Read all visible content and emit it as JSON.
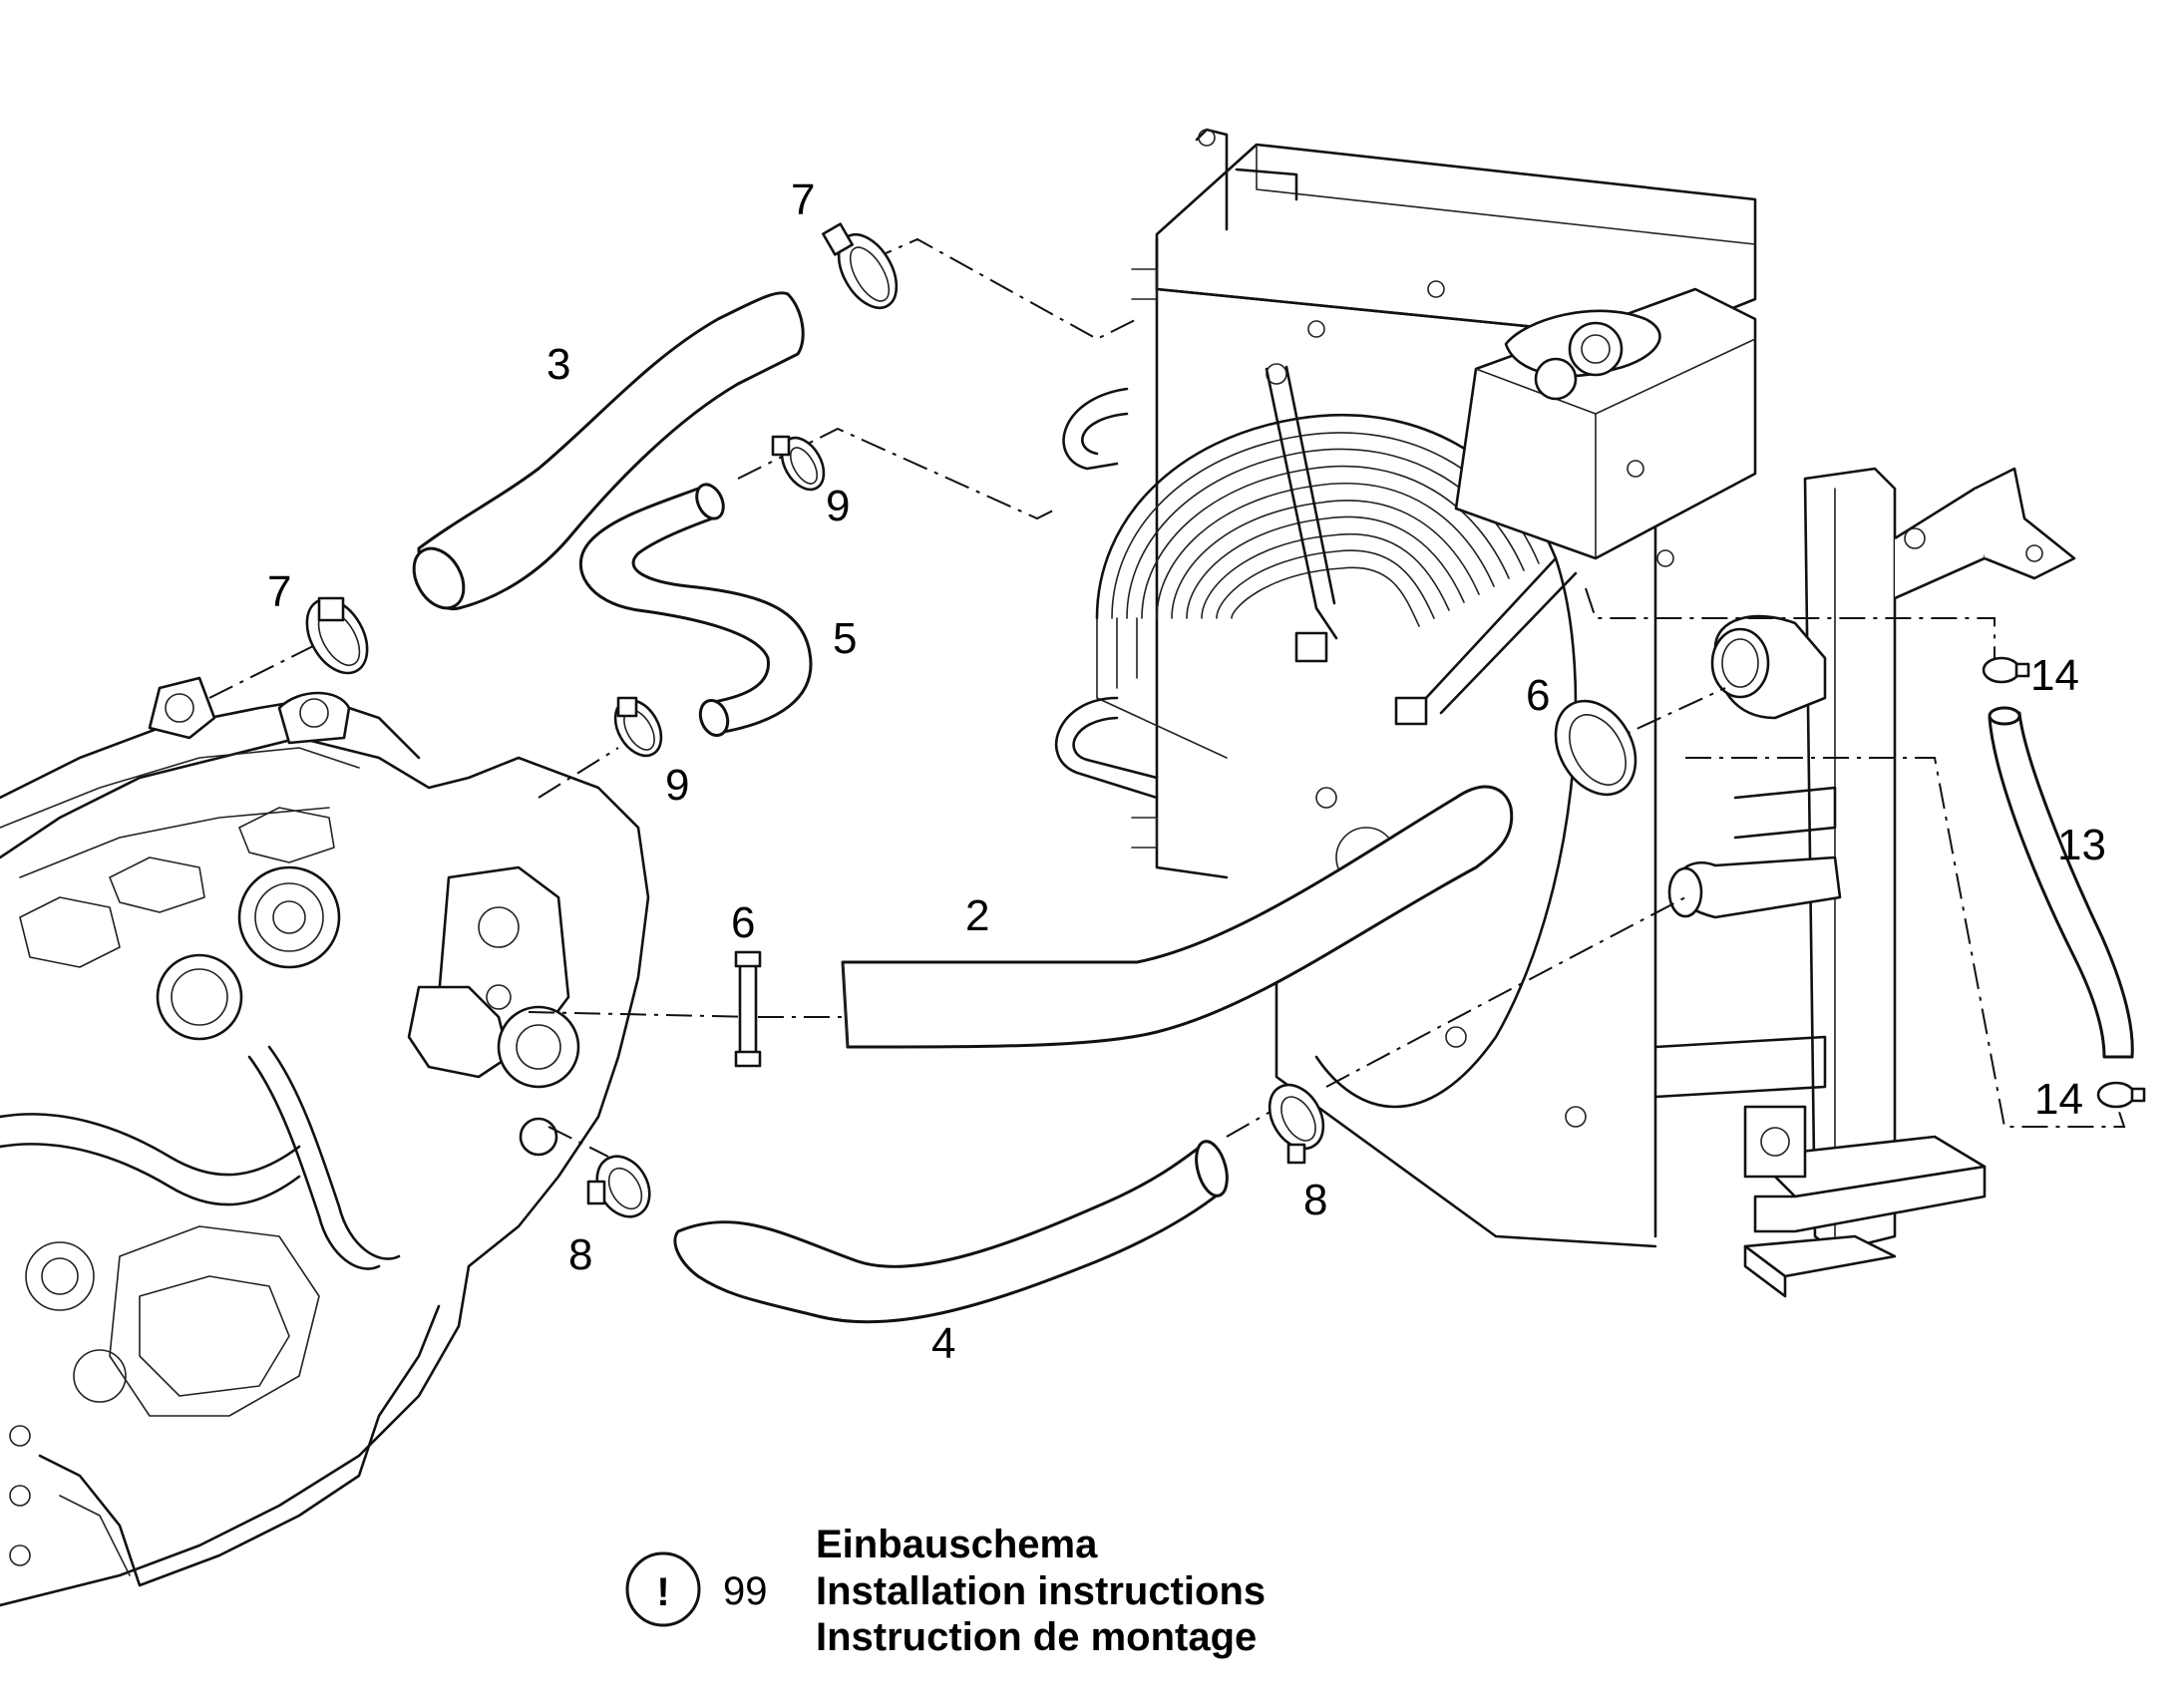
{
  "callouts": {
    "c2": "2",
    "c3": "3",
    "c4": "4",
    "c5": "5",
    "c6a": "6",
    "c6b": "6",
    "c7a": "7",
    "c7b": "7",
    "c8a": "8",
    "c8b": "8",
    "c9a": "9",
    "c9b": "9",
    "c13": "13",
    "c14a": "14",
    "c14b": "14"
  },
  "note": {
    "icon": "exclamation-circle-icon",
    "symbol": "!",
    "number": "99",
    "line_de": "Einbauschema",
    "line_en": "Installation instructions",
    "line_fr": "Instruction de montage"
  }
}
